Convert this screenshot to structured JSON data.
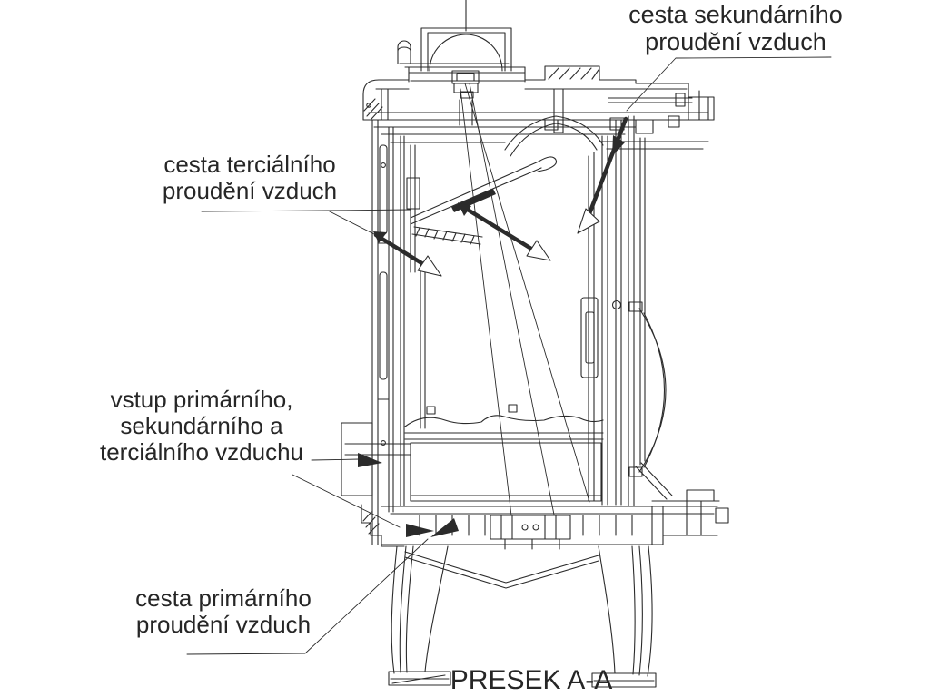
{
  "page": {
    "background": "#ffffff",
    "ink_color": "#2b2b2b",
    "text_color": "#262626"
  },
  "labels": {
    "secondary": {
      "line1": "cesta sekundárního",
      "line2": "proudění vzduch"
    },
    "tertiary": {
      "line1": "cesta terciálního",
      "line2": "proudění vzduch"
    },
    "inlet": {
      "line1": "vstup primárního,",
      "line2": "sekundárního a",
      "line3": "terciálního vzduchu"
    },
    "primary": {
      "line1": "cesta primárního",
      "line2": "proudění vzduch"
    },
    "caption": "PRESEK A-A"
  },
  "drawing": {
    "type": "technical-cross-section",
    "subject": "stove-airflow-section",
    "flow_arrow_names": [
      "secondary-air-flow-arrow",
      "tertiary-air-flow-arrow",
      "wall-air-flow-arrow",
      "inlet-air-flow-arrow",
      "primary-air-flow-arrow"
    ]
  }
}
